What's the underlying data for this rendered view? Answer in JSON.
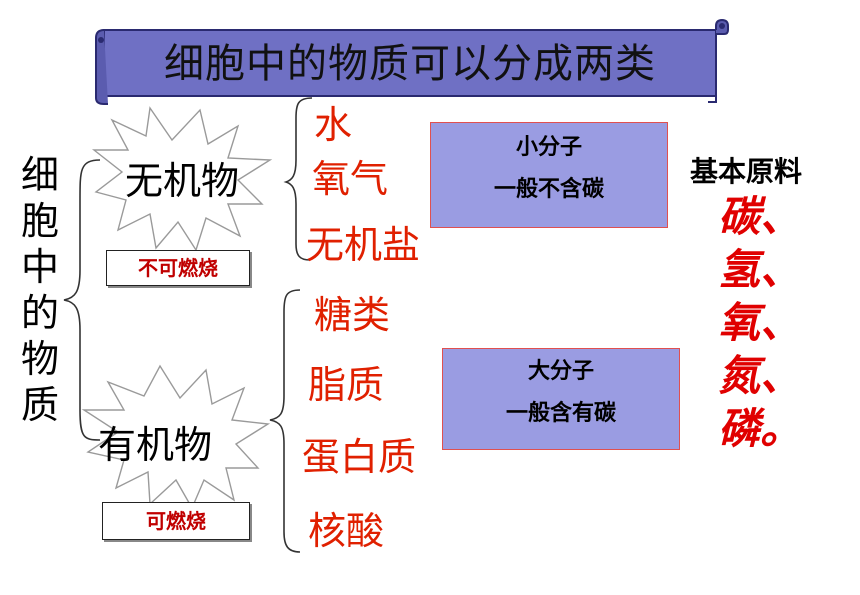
{
  "title": "细胞中的物质可以分成两类",
  "vertical_label": [
    "细",
    "胞",
    "中",
    "的",
    "物",
    "质"
  ],
  "inorganic": {
    "label": "无机物",
    "note": "不可燃烧",
    "items": [
      "水",
      "氧气",
      "无机盐"
    ],
    "box": {
      "line1": "小分子",
      "line2": "一般不含碳"
    }
  },
  "organic": {
    "label": "有机物",
    "note": "可燃烧",
    "items": [
      "糖类",
      "脂质",
      "蛋白质",
      "核酸"
    ],
    "box": {
      "line1": "大分子",
      "line2": "一般含有碳"
    }
  },
  "basic_materials": {
    "title": "基本原料",
    "elements": [
      "碳、",
      "氢、",
      "氧、",
      "氮、",
      "磷。"
    ]
  },
  "colors": {
    "title_fill": "#6f70c4",
    "box_fill": "#9a9ce2",
    "red": "#e02000"
  }
}
